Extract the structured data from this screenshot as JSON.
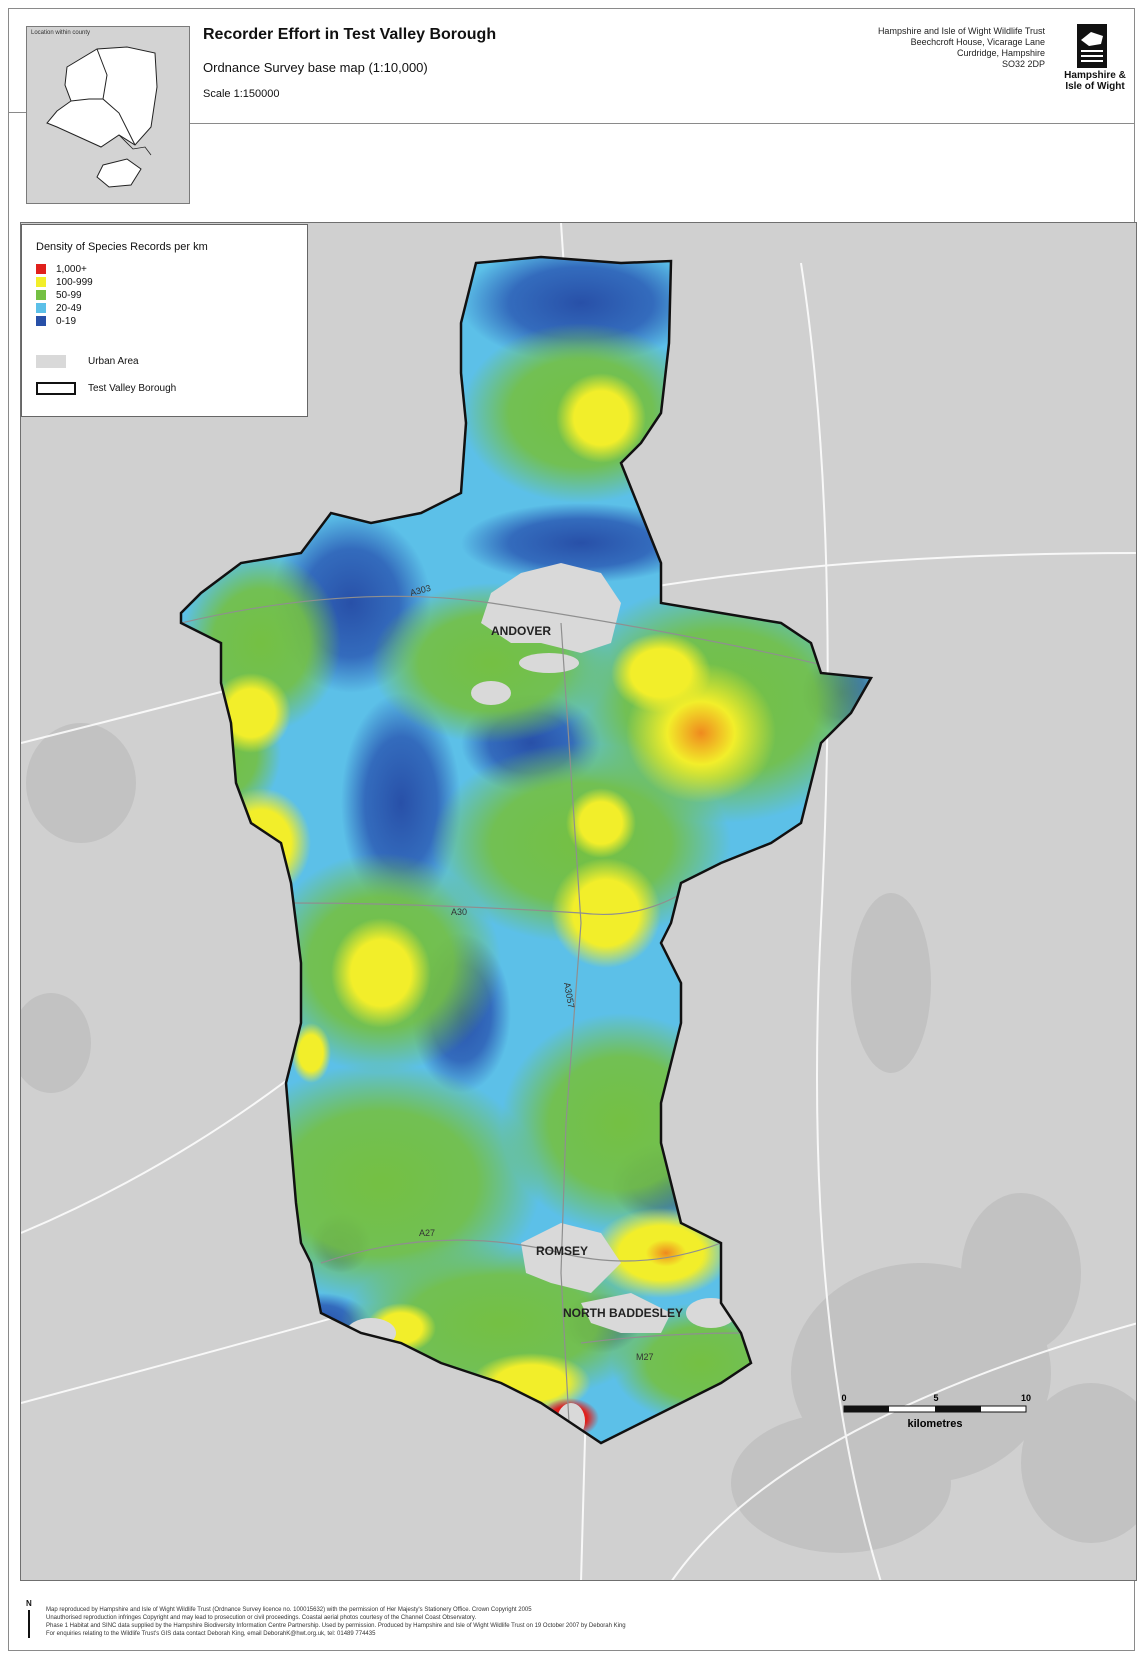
{
  "header": {
    "title": "Recorder Effort in Test Valley Borough",
    "subtitle": "Ordnance Survey base map (1:10,000)",
    "scale": "Scale 1:150000",
    "inset_label": "Location within county"
  },
  "address": {
    "lines": [
      "Hampshire and Isle of Wight Wildlife Trust",
      "Beechcroft House, Vicarage Lane",
      "Curdridge, Hampshire",
      "SO32 2DP"
    ]
  },
  "logo": {
    "text_line1": "Hampshire &",
    "text_line2": "Isle of Wight"
  },
  "legend": {
    "title": "Density of Species Records per km",
    "classes": [
      {
        "label": "1,000+",
        "color": "#e0201c"
      },
      {
        "label": "100-999",
        "color": "#f2ee2a"
      },
      {
        "label": "50-99",
        "color": "#74c043"
      },
      {
        "label": "20-49",
        "color": "#5cc0e8"
      },
      {
        "label": "0-19",
        "color": "#2850a8"
      }
    ],
    "urban_label": "Urban Area",
    "boundary_label": "Test Valley Borough"
  },
  "map_labels": {
    "andover": "ANDOVER",
    "romsey": "ROMSEY",
    "north_baddesley": "NORTH BADDESLEY",
    "road_a303": "A303",
    "road_a30": "A30",
    "road_a3057": "A3057",
    "road_a27": "A27",
    "road_m27": "M27"
  },
  "scalebar": {
    "tick_0": "0",
    "tick_5": "5",
    "tick_10": "10",
    "unit": "kilometres"
  },
  "footer": {
    "north": "N",
    "lines": [
      "Map reproduced by Hampshire and Isle of Wight Wildlife Trust (Ordnance Survey licence no. 100015632) with the permission of Her Majesty's Stationery Office. Crown Copyright 2005",
      "Unauthorised reproduction infringes Copyright and may lead to prosecution or civil proceedings. Coastal aerial photos courtesy of the Channel Coast Observatory.",
      "Phase 1 Habitat and SINC data supplied by the Hampshire Biodiversity Information Centre Partnership. Used by permission. Produced by Hampshire and Isle of Wight Wildlife Trust on 19 October 2007 by Deborah King",
      "For enquiries relating to the Wildlife Trust's GIS data contact Deborah King, email DeborahK@hwt.org.uk, tel: 01489 774435"
    ]
  }
}
